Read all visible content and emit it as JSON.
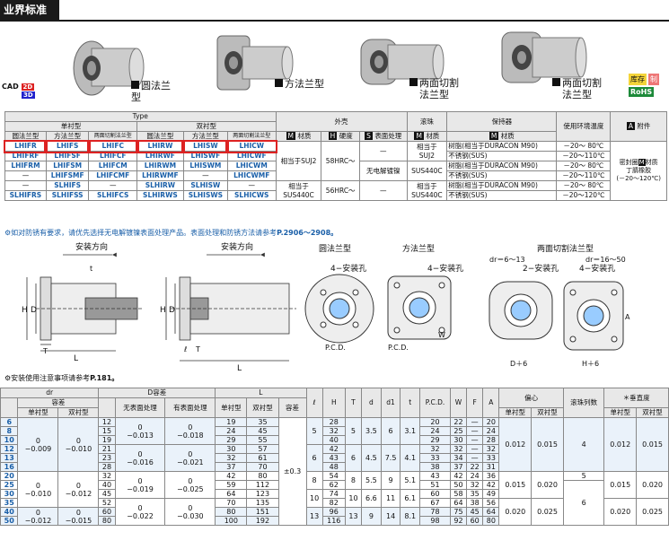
{
  "header": {
    "title": "业界标准"
  },
  "products": [
    {
      "caption1": "圆法兰型",
      "caption2": ""
    },
    {
      "caption1": "方法兰型",
      "caption2": ""
    },
    {
      "caption1": "两面切割",
      "caption2": "法兰型"
    },
    {
      "caption1": "两面切割",
      "caption2": "法兰型"
    }
  ],
  "cad": {
    "label": "CAD",
    "b2": "2D",
    "b3": "3D"
  },
  "badges": {
    "stock": "库存",
    "fab": "制",
    "rohs": "RoHS"
  },
  "spec": {
    "type": "Type",
    "single": "单衬型",
    "double": "双衬型",
    "round": "圆法兰型",
    "square": "方法兰型",
    "cut": "两面切割法兰型",
    "shell": "外壳",
    "ball": "滚珠",
    "retainer": "保持器",
    "env": "使用环境温度",
    "acc": "附件",
    "m": "M",
    "mat": "材质",
    "h": "H",
    "hard": "硬度",
    "s": "S",
    "surf": "表面处理",
    "a": "A",
    "rows": [
      [
        "LHIFR",
        "LHIFS",
        "LHIFC",
        "LHIRW",
        "LHISW",
        "LHICW"
      ],
      [
        "LHIFRF",
        "LHIFSF",
        "LHIFCF",
        "LHIRWF",
        "LHISWF",
        "LHICWF"
      ],
      [
        "LHIFRM",
        "LHIFSM",
        "LHIFCM",
        "LHIRWM",
        "LHISWM",
        "LHICWM"
      ],
      [
        "—",
        "LHIFSMF",
        "LHIFCMF",
        "LHIRWMF",
        "—",
        "LHICWMF"
      ],
      [
        "—",
        "SLHIFS",
        "—",
        "SLHIRW",
        "SLHISW",
        "—"
      ],
      [
        "SLHIFRS",
        "SLHIFSS",
        "SLHIFCS",
        "SLHIRWS",
        "SLHISWS",
        "SLHICWS"
      ]
    ],
    "shell1": "相当于SUJ2",
    "hard1": "58HRC～",
    "surf1": "—",
    "surf2": "无电解镀镍",
    "surf3": "—",
    "shell2a": "相当于",
    "shell2b": "SUS440C",
    "hard2": "56HRC～",
    "ball1a": "相当于",
    "ball1b": "SUJ2",
    "ball2": "SUS440C",
    "ball3a": "相当于",
    "ball3b": "SUS440C",
    "ret": [
      "树脂(相当于DURACON M90)",
      "不锈钢(SUS)",
      "树脂(相当于DURACON M90)",
      "不锈钢(SUS)",
      "树脂(相当于DURACON M90)",
      "不锈钢(SUS)"
    ],
    "temp": [
      "－20～ 80℃",
      "－20～110℃",
      "－20～ 80℃",
      "－20～110℃",
      "－20～ 80℃",
      "－20～120℃"
    ],
    "accA": "密封圈",
    "accB": "M",
    "accC": "材质",
    "accD": "丁腈橡胶",
    "accE": "(－20～120℃)"
  },
  "note1": "如对防锈有要求，请优先选择无电解镀镍表面处理产品。表面处理和防锈方法请参考",
  "note1ref": "P.2906～2908。",
  "note2": "安装使用注意事项请参考",
  "note2ref": "P.181。",
  "diagram": {
    "dir": "安装方向",
    "round": "圆法兰型",
    "square": "方法兰型",
    "cut": "两面切割法兰型",
    "hole": "4−安装孔",
    "hole2": "2−安装孔",
    "dr1": "dr＝6～13",
    "dr2": "dr＝16～50",
    "D": "D",
    "H": "H",
    "L": "L",
    "l": "ℓ",
    "T": "T",
    "t": "t",
    "d": "d",
    "W": "W",
    "A": "A",
    "pcd": "P.C.D.",
    "d1": "d1",
    "dr": "dr",
    "D6": "D＋6",
    "H6": "H＋6"
  },
  "dim": {
    "dr": "dr",
    "tol": "容差",
    "single": "单衬型",
    "double": "双衬型",
    "Dtol": "D容差",
    "L": "L",
    "nosurf": "无表面处理",
    "withsurf": "有表面处理",
    "tolh": "容差",
    "l": "ℓ",
    "H": "H",
    "T": "T",
    "d": "d",
    "d1": "d1",
    "t": "t",
    "pcd": "P.C.D.",
    "W": "W",
    "F": "F",
    "A": "A",
    "ecc": "偏心",
    "balls": "滚珠列数",
    "perp": "＊垂直度",
    "dr_list": [
      "6",
      "8",
      "10",
      "12",
      "13",
      "16",
      "20",
      "25",
      "30",
      "35",
      "40",
      "50"
    ],
    "D_list": [
      "12",
      "15",
      "19",
      "21",
      "23",
      "28",
      "32",
      "40",
      "45",
      "52",
      "60",
      "80"
    ],
    "Ls": [
      "19",
      "24",
      "29",
      "30",
      "32",
      "37",
      "42",
      "59",
      "64",
      "70",
      "80",
      "100"
    ],
    "Ld": [
      "35",
      "45",
      "55",
      "57",
      "61",
      "70",
      "80",
      "112",
      "123",
      "135",
      "151",
      "192"
    ],
    "H_list": [
      "28",
      "32",
      "40",
      "42",
      "43",
      "48",
      "54",
      "62",
      "74",
      "82",
      "96",
      "116"
    ],
    "pcd_list": [
      "20",
      "24",
      "29",
      "32",
      "33",
      "38",
      "43",
      "51",
      "60",
      "67",
      "78",
      "98"
    ],
    "W_list": [
      "22",
      "25",
      "30",
      "32",
      "34",
      "37",
      "42",
      "50",
      "58",
      "64",
      "75",
      "92"
    ],
    "F_list": [
      "—",
      "—",
      "—",
      "—",
      "—",
      "22",
      "24",
      "32",
      "35",
      "38",
      "45",
      "60"
    ],
    "A_list": [
      "20",
      "24",
      "28",
      "32",
      "33",
      "31",
      "36",
      "42",
      "49",
      "56",
      "64",
      "80"
    ],
    "drtol_s": [
      "0",
      "−0.009"
    ],
    "drtol_d": [
      "0",
      "−0.010"
    ],
    "drtol_s2": [
      "0",
      "−0.010"
    ],
    "drtol_d2": [
      "0",
      "−0.012"
    ],
    "drtol_s3": [
      "0",
      "−0.012"
    ],
    "drtol_d3": [
      "0",
      "−0.015"
    ],
    "Dt_a": [
      "0",
      "−0.013"
    ],
    "Dt_b": [
      "0",
      "−0.018"
    ],
    "Dt_c": [
      "0",
      "−0.016"
    ],
    "Dt_e": [
      "0",
      "−0.021"
    ],
    "Dt_f": [
      "0",
      "−0.019"
    ],
    "Dt_g": [
      "0",
      "−0.025"
    ],
    "Dt_h": [
      "0",
      "−0.022"
    ],
    "Dt_i": [
      "0",
      "−0.030"
    ],
    "Ltol": "±0.3",
    "l_list": [
      "5",
      "6",
      "8",
      "10",
      "13"
    ],
    "T_list": [
      "5",
      "6",
      "8",
      "10",
      "13"
    ],
    "d_list": [
      "3.5",
      "4.5",
      "5.5",
      "6.6",
      "9"
    ],
    "d1_list": [
      "6",
      "7.5",
      "9",
      "11",
      "14"
    ],
    "t_list": [
      "3.1",
      "4.1",
      "5.1",
      "6.1",
      "8.1"
    ],
    "ecc_s": [
      "0.012",
      "0.015",
      "0.020"
    ],
    "ecc_d": [
      "0.015",
      "0.020",
      "0.025"
    ],
    "balls_list": [
      "4",
      "5",
      "6"
    ],
    "perp_s": [
      "0.012",
      "0.015",
      "0.020"
    ],
    "perp_d": [
      "0.015",
      "0.020",
      "0.025"
    ]
  }
}
